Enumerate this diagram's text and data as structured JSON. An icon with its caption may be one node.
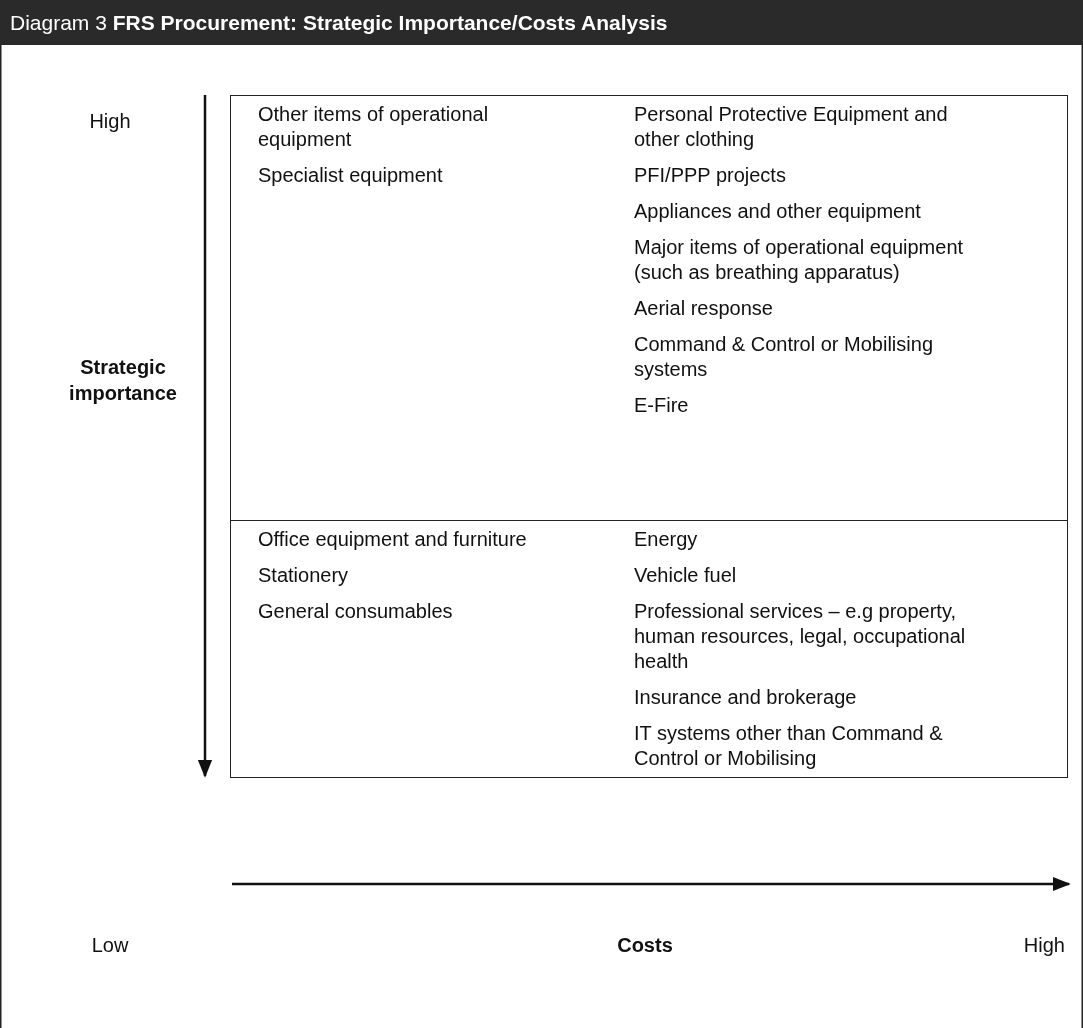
{
  "diagram": {
    "title": "Diagram 3 **FRS Procurement: Strategic Importance/Costs Analysis**",
    "nodes": [
      {
        "text": [
          "Other items of operational equipment",
          "Specialist equipment",
          "Personal Protective Equipment and other clothing",
          "PFI/PPP projects",
          "Appliances and other equipment",
          "Major items of operational equipment (such as breathing apparatus)",
          "Aerial response",
          "Command & Control or Mobilising systems",
          "E-Fire"
        ]
      },
      {
        "text": [
          "Office equipment and furniture",
          "Stationery",
          "General consumables",
          "Energy",
          "Vehicle fuel",
          "Professional services – e.g property, human resources, legal, occupational health",
          "Insurance and brokerage",
          "IT systems other than Command & Control or Mobilising"
        ]
      }
    ],
    "labels": [
      "High",
      "Strategic importance",
      "Low",
      "Costs",
      "High"
    ]
  }
}
